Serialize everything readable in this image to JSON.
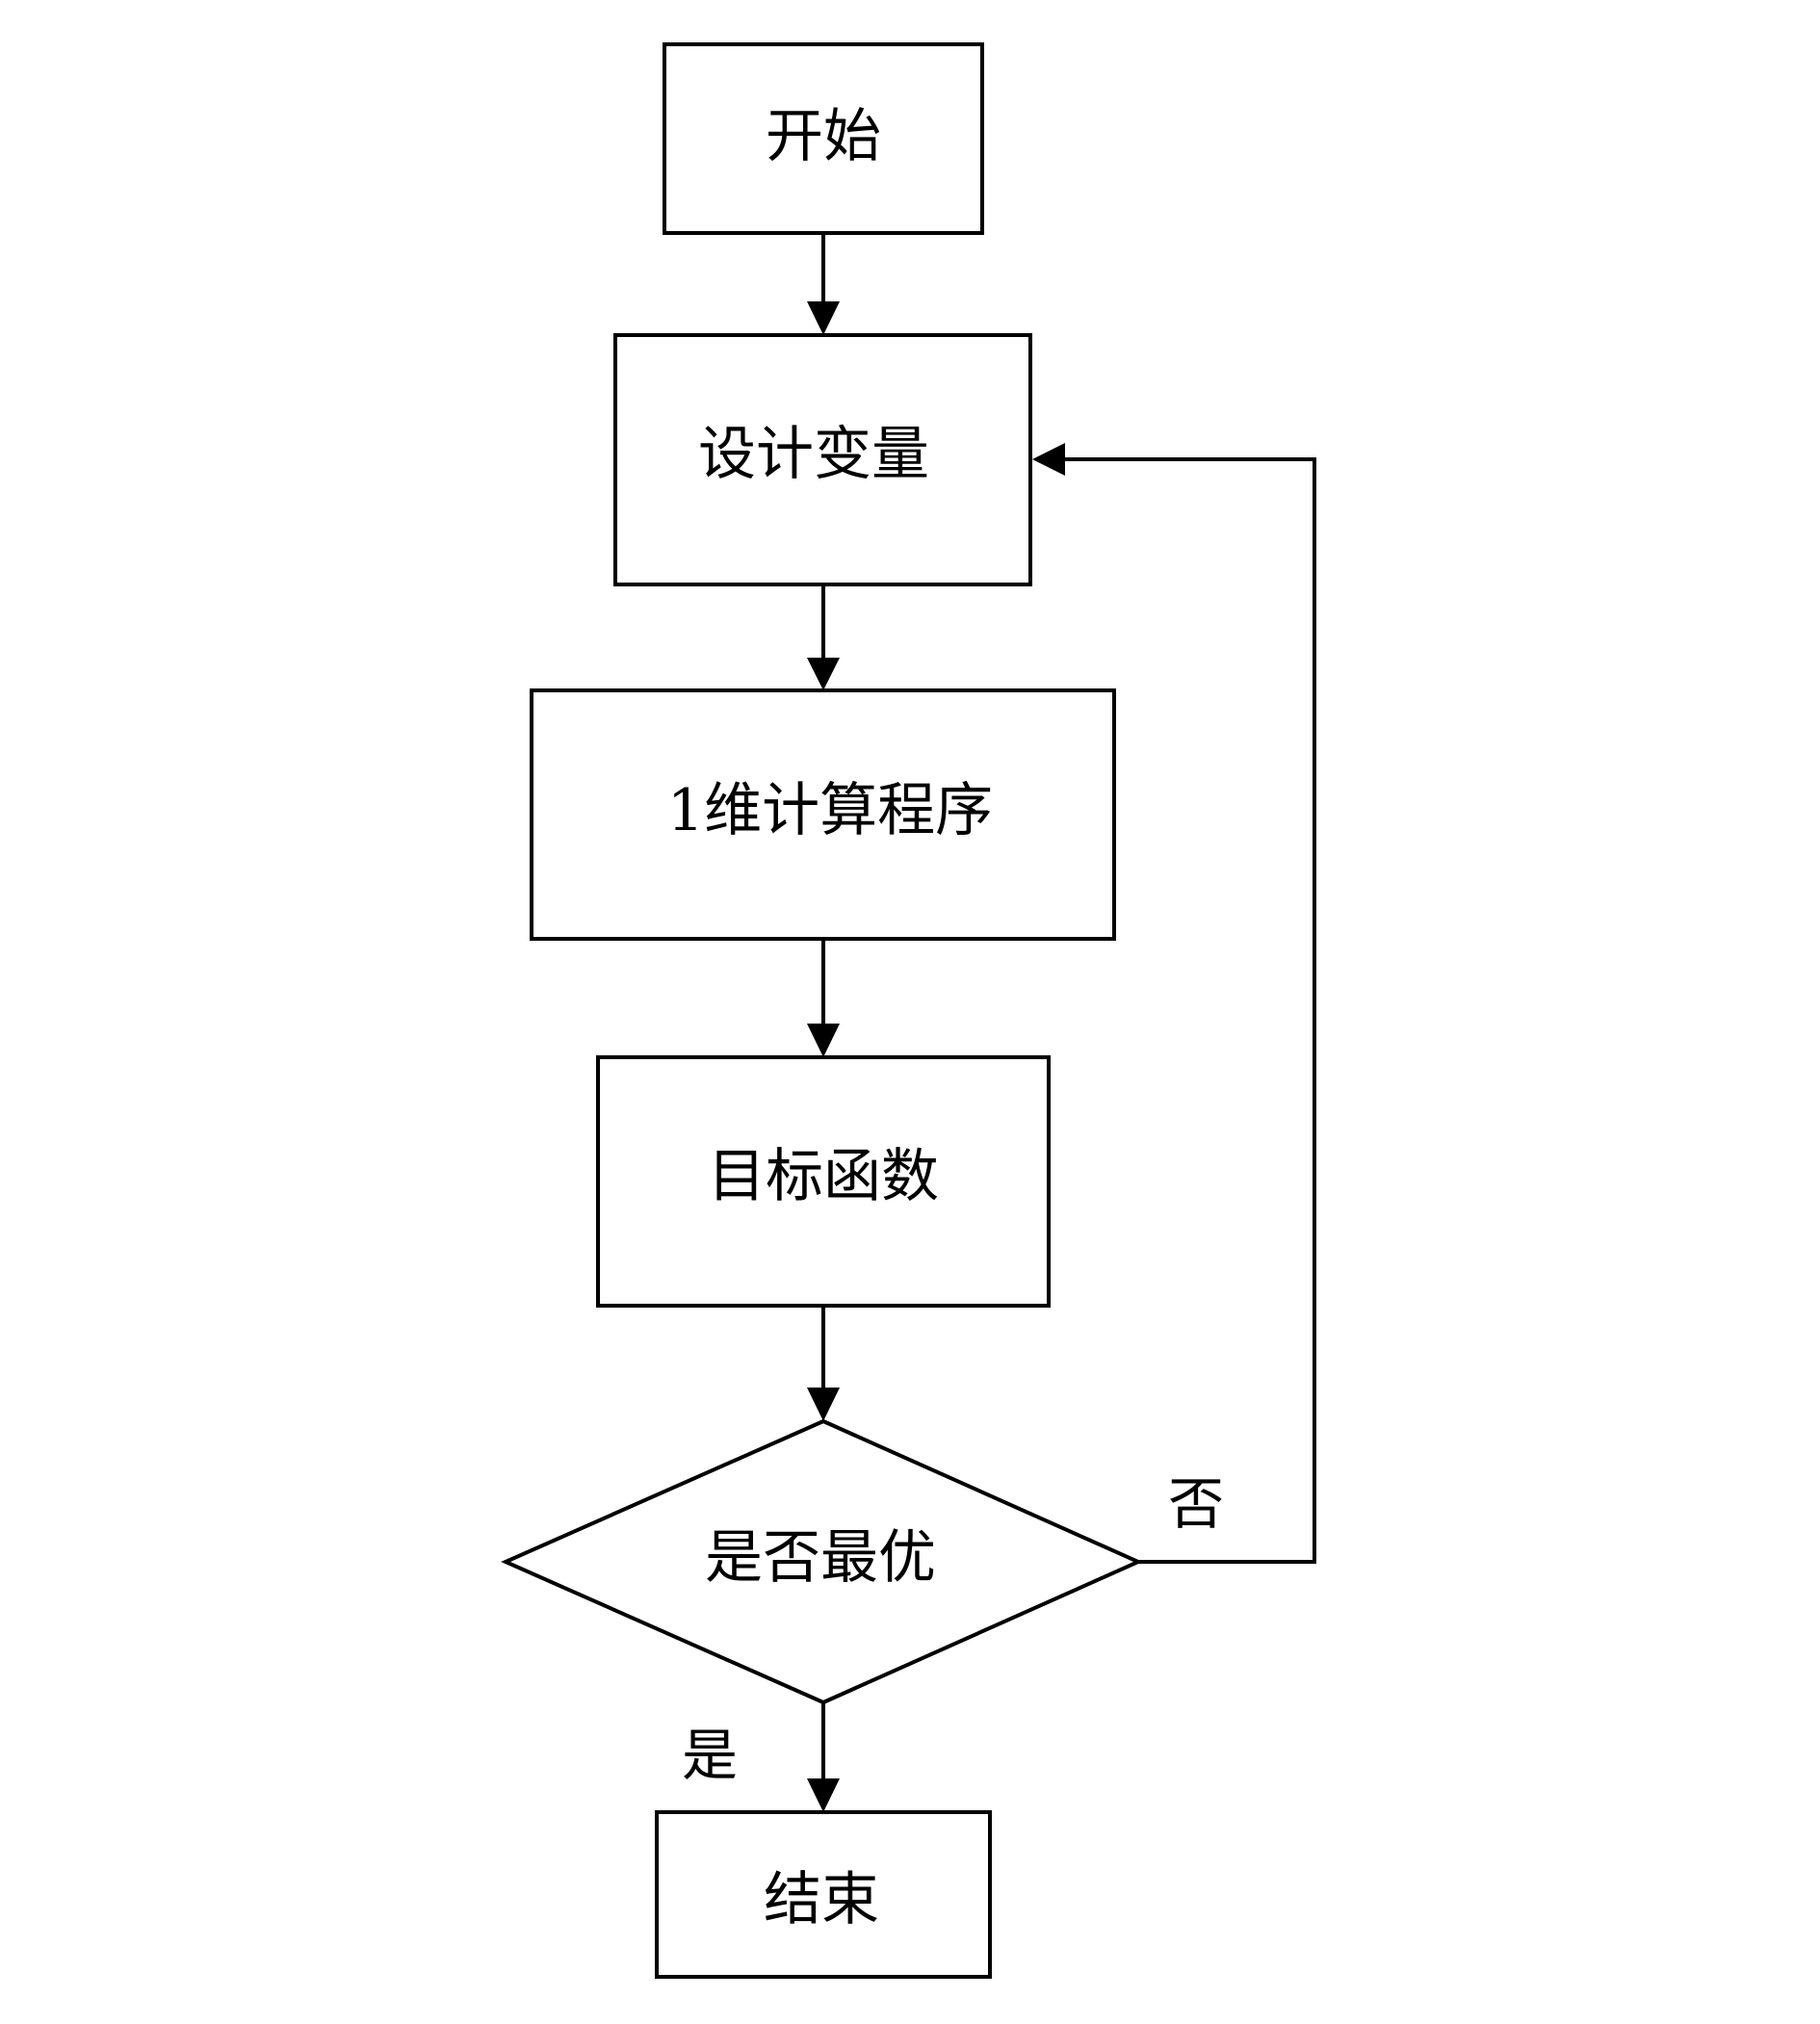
{
  "diagram": {
    "type": "flowchart",
    "nodes": [
      {
        "id": "start",
        "shape": "rect",
        "label": "开始"
      },
      {
        "id": "design-variables",
        "shape": "rect",
        "label": "设计变量"
      },
      {
        "id": "one-dim-program",
        "shape": "rect",
        "label": "1维计算程序"
      },
      {
        "id": "objective-function",
        "shape": "rect",
        "label": "目标函数"
      },
      {
        "id": "is-optimal",
        "shape": "diamond",
        "label": "是否最优"
      },
      {
        "id": "end",
        "shape": "rect",
        "label": "结束"
      }
    ],
    "edges": [
      {
        "from": "start",
        "to": "design-variables",
        "label": ""
      },
      {
        "from": "design-variables",
        "to": "one-dim-program",
        "label": ""
      },
      {
        "from": "one-dim-program",
        "to": "objective-function",
        "label": ""
      },
      {
        "from": "objective-function",
        "to": "is-optimal",
        "label": ""
      },
      {
        "from": "is-optimal",
        "to": "end",
        "label": "是"
      },
      {
        "from": "is-optimal",
        "to": "design-variables",
        "label": "否"
      }
    ],
    "colors": {
      "stroke": "#000000",
      "fill": "#ffffff",
      "text": "#000000"
    }
  }
}
